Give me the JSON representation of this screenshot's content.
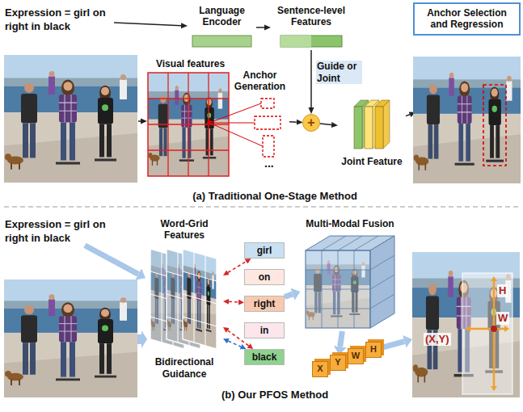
{
  "diagram": {
    "nodes": [
      {
        "text": [
          "(a) Traditional One-Stage Method"
        ]
      },
      {
        "text": [
          "Expression = girl on right in black"
        ]
      },
      {
        "text": [
          "Language Encoder"
        ],
        "in": 0
      },
      {
        "text": [
          "Sentence-level Features"
        ],
        "in": 0
      },
      {
        "text": [
          "Visual features",
          "Anchor Generation"
        ],
        "in": 0
      },
      {
        "text": [
          "+"
        ],
        "in": 0
      },
      {
        "text": [
          "Joint Feature"
        ],
        "in": 0
      },
      {
        "text": [
          "Anchor Selection and Regression"
        ]
      },
      {
        "text": [
          "(b) Our PFOS Method"
        ]
      },
      {
        "text": [
          "Expression = girl on right in black"
        ]
      },
      {
        "text": [
          "Word-Grid Features",
          "Bidirectional Guidance"
        ],
        "in": 8
      },
      {
        "text": [
          "girl"
        ],
        "in": 8
      },
      {
        "text": [
          "on"
        ],
        "in": 8
      },
      {
        "text": [
          "right"
        ],
        "in": 8
      },
      {
        "text": [
          "in"
        ],
        "in": 8
      },
      {
        "text": [
          "black"
        ],
        "in": 8
      },
      {
        "text": [
          "Multi-Modal Fusion"
        ],
        "in": 8
      },
      {
        "text": [
          "X"
        ],
        "in": 8
      },
      {
        "text": [
          "Y"
        ],
        "in": 8
      },
      {
        "text": [
          "W"
        ],
        "in": 8
      },
      {
        "text": [
          "H"
        ],
        "in": 8
      },
      {
        "text": [
          "H",
          "W",
          "(X,Y)"
        ]
      }
    ],
    "edges": [
      {
        "from": 1,
        "to": 2,
        "arrow": "to"
      },
      {
        "from": 2,
        "to": 3,
        "arrow": "to"
      },
      {
        "from": 3,
        "to": 5,
        "label": "Guide or Joint",
        "arrow": "to"
      },
      {
        "from": 4,
        "to": 5,
        "arrow": "to"
      },
      {
        "from": 5,
        "to": 6,
        "arrow": "to"
      },
      {
        "from": 6,
        "to": 7,
        "arrow": "to"
      },
      {
        "from": 9,
        "to": 10,
        "arrow": "to"
      },
      {
        "from": 10,
        "to": 11,
        "arrow": "both"
      },
      {
        "from": 10,
        "to": 13,
        "arrow": "both"
      },
      {
        "from": 10,
        "to": 15,
        "arrow": "both"
      },
      {
        "from": 10,
        "to": 15,
        "arrow": "both"
      },
      {
        "from": 13,
        "to": 16,
        "arrow": "to"
      },
      {
        "from": 16,
        "to": 18,
        "arrow": "to"
      },
      {
        "from": 20,
        "to": 21,
        "arrow": "to"
      }
    ],
    "labels": [
      "..."
    ]
  }
}
